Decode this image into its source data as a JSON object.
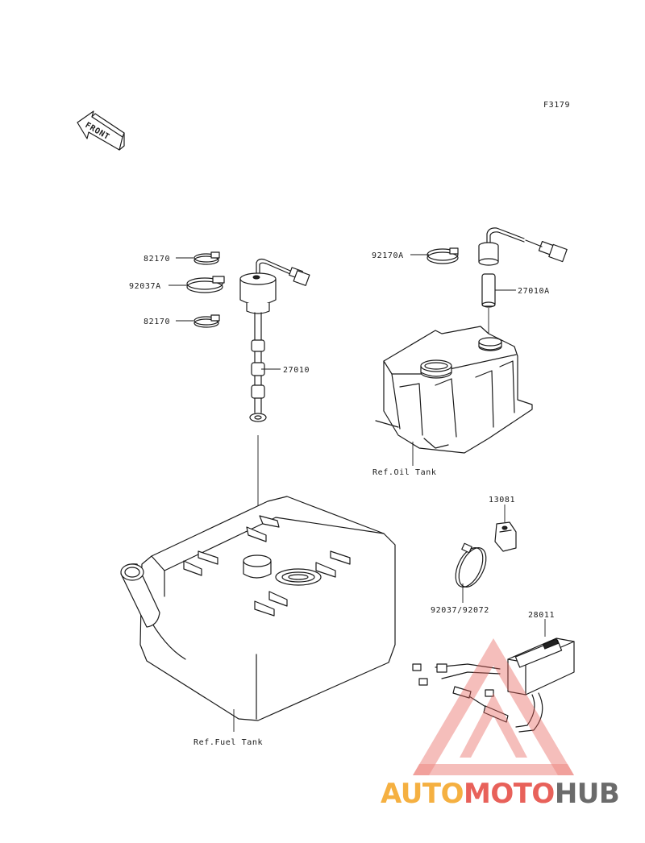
{
  "figure_code": "F3179",
  "front_label": "FRONT",
  "parts": {
    "p82170_top": "82170",
    "p92037A": "92037A",
    "p82170_bottom": "82170",
    "p27010": "27010",
    "p92170A": "92170A",
    "p27010A": "27010A",
    "p13081": "13081",
    "p92037_92072": "92037/92072",
    "p28011": "28011"
  },
  "references": {
    "oil_tank": "Ref.Oil Tank",
    "fuel_tank": "Ref.Fuel Tank"
  },
  "watermark": {
    "part1": "AUTO",
    "part2": "MOTO",
    "part3": "HUB",
    "colors": {
      "auto": "#f5b041",
      "moto": "#e8615a",
      "hub": "#6b6b6b",
      "triangle": "#e8615a"
    }
  }
}
